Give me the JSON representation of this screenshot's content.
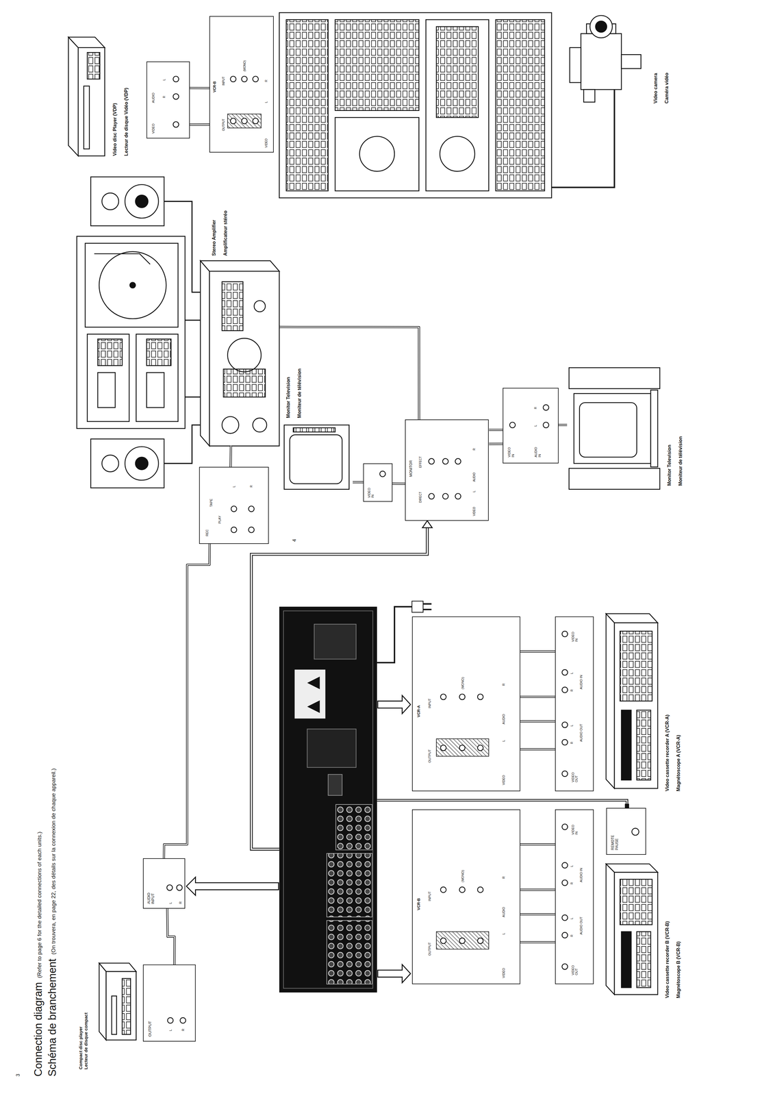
{
  "diagram": {
    "title": "Connection diagram",
    "nodes": [
      {
        "text": [
          "Compact disc player",
          "Lecteur de disque compact"
        ]
      },
      {
        "text": [
          "OUTPUT",
          "L",
          "R"
        ]
      },
      {
        "text": [
          "AUDIO INPUT",
          "L",
          "R"
        ]
      },
      {
        "text": [
          "VCR-B",
          "OUTPUT",
          "INPUT",
          "(MONO)",
          "VIDEO",
          "L",
          "AUDIO",
          "R"
        ]
      },
      {
        "text": [
          "VIDEO OUT",
          "R",
          "L",
          "AUDIO OUT",
          "R",
          "L",
          "AUDIO IN",
          "VIDEO IN"
        ]
      },
      {
        "text": [
          "Video cassette recorder B (VCR-B)",
          "Magnétoscope B (VCR-B)"
        ]
      },
      {
        "text": [
          "REMOTE PAUSE"
        ]
      },
      {
        "text": [
          "VCR-A",
          "OUTPUT",
          "INPUT",
          "(MONO)",
          "VIDEO",
          "L",
          "AUDIO",
          "R"
        ]
      },
      {
        "text": [
          "VIDEO OUT",
          "R",
          "L",
          "AUDIO OUT",
          "R",
          "L",
          "AUDIO IN",
          "VIDEO IN"
        ]
      },
      {
        "text": [
          "Video cassette recorder A (VCR-A)",
          "Magnétoscope A (VCR-A)"
        ]
      },
      {
        "text": [
          "MONITOR",
          "DIRECT",
          "EFFECT",
          "VIDEO",
          "L",
          "AUDIO",
          "R"
        ]
      },
      {
        "text": [
          "VIDEO IN"
        ]
      },
      {
        "text": [
          "Monitor Television",
          "Moniteur de télévision"
        ]
      },
      {
        "text": [
          "VIDEO IN",
          "AUDIO IN",
          "L",
          "R"
        ]
      },
      {
        "text": [
          "Monitor Television",
          "Moniteur de télévision"
        ]
      },
      {
        "text": [
          "REC",
          "TAPE",
          "PLAY",
          "L",
          "R"
        ]
      },
      {
        "text": [
          "Stereo Amplifier",
          "Amplificateur stéréo"
        ]
      },
      {
        "text": [
          "Video disc Player (VDP)",
          "Lecteur de disque Vidéo (VDP)"
        ]
      },
      {
        "text": [
          "VIDEO",
          "AUDIO",
          "R",
          "L"
        ]
      },
      {
        "text": [
          "VCR-B",
          "OUTPUT",
          "INPUT",
          "(MONO)",
          "VIDEO",
          "L",
          "R"
        ]
      },
      {
        "text": [
          "Video camera",
          "Caméra vidéo"
        ]
      }
    ],
    "edges": [
      {
        "from": 1,
        "to": 2,
        "arrow": "none"
      },
      {
        "from": 2,
        "to": 15,
        "arrow": "none"
      },
      {
        "from": 3,
        "to": 4,
        "arrow": "none"
      },
      {
        "from": 3,
        "to": 4,
        "arrow": "none"
      },
      {
        "from": 3,
        "to": 4,
        "arrow": "none"
      },
      {
        "from": 3,
        "to": 4,
        "arrow": "none"
      },
      {
        "from": 7,
        "to": 8,
        "arrow": "none"
      },
      {
        "from": 7,
        "to": 8,
        "arrow": "none"
      },
      {
        "from": 7,
        "to": 8,
        "arrow": "none"
      },
      {
        "from": 7,
        "to": 8,
        "arrow": "none"
      },
      {
        "from": 10,
        "to": 11,
        "arrow": "none"
      },
      {
        "from": 10,
        "to": 13,
        "arrow": "none"
      },
      {
        "from": 10,
        "to": 13,
        "arrow": "none"
      },
      {
        "from": 10,
        "to": 16,
        "arrow": "none"
      },
      {
        "from": 15,
        "to": 16,
        "arrow": "none"
      },
      {
        "from": 12,
        "to": 11,
        "arrow": "none"
      },
      {
        "from": 14,
        "to": 13,
        "arrow": "none"
      },
      {
        "from": 18,
        "to": 19,
        "arrow": "none"
      },
      {
        "from": 18,
        "to": 19,
        "arrow": "none"
      }
    ],
    "labels": [
      "(Refer to page 6 for the detailed connections of each units.)",
      "Schéma de branchement",
      "(On trouvera, en page 22, des détails sur la connexion de chaque appareil.)",
      "3",
      "4"
    ]
  }
}
